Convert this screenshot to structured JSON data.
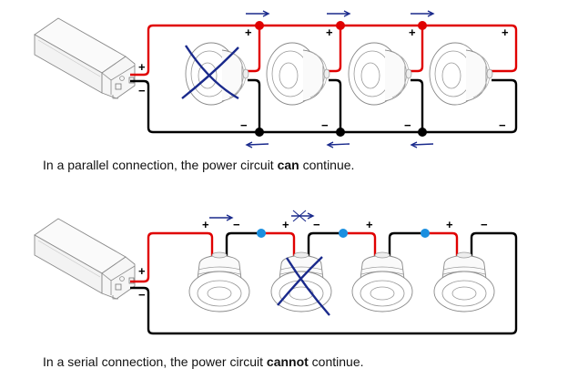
{
  "colors": {
    "positive_wire": "#e00000",
    "negative_wire": "#000000",
    "parallel_positive_junction": "#e00000",
    "parallel_negative_junction": "#000000",
    "serial_junction": "#1a8fe0",
    "annotation": "#1a2a8c"
  },
  "parallel": {
    "caption_prefix": "In a parallel connection, the power circuit ",
    "caption_bold": "can",
    "caption_suffix": " continue.",
    "driver_plus": "+",
    "driver_minus": "−",
    "lights": [
      {
        "status": "failed",
        "plus": "+",
        "minus": "−"
      },
      {
        "status": "working",
        "plus": "+",
        "minus": "−"
      },
      {
        "status": "working",
        "plus": "+",
        "minus": "−"
      },
      {
        "status": "working",
        "plus": "+",
        "minus": "−"
      }
    ],
    "current_arrows_top": [
      "→",
      "→",
      "→"
    ],
    "current_arrows_bottom": [
      "←",
      "←",
      "←"
    ]
  },
  "serial": {
    "caption_prefix": "In a serial connection, the power circuit ",
    "caption_bold": "cannot",
    "caption_suffix": " continue.",
    "driver_plus": "+",
    "driver_minus": "−",
    "lights": [
      {
        "status": "working",
        "plus": "+",
        "minus": "−"
      },
      {
        "status": "failed",
        "plus": "+",
        "minus": "−"
      },
      {
        "status": "working",
        "plus": "+",
        "minus": ""
      },
      {
        "status": "working",
        "plus": "+",
        "minus": "−"
      }
    ],
    "current_arrows": [
      {
        "glyph": "→",
        "blocked": false
      },
      {
        "glyph": "→",
        "blocked": true
      }
    ]
  }
}
